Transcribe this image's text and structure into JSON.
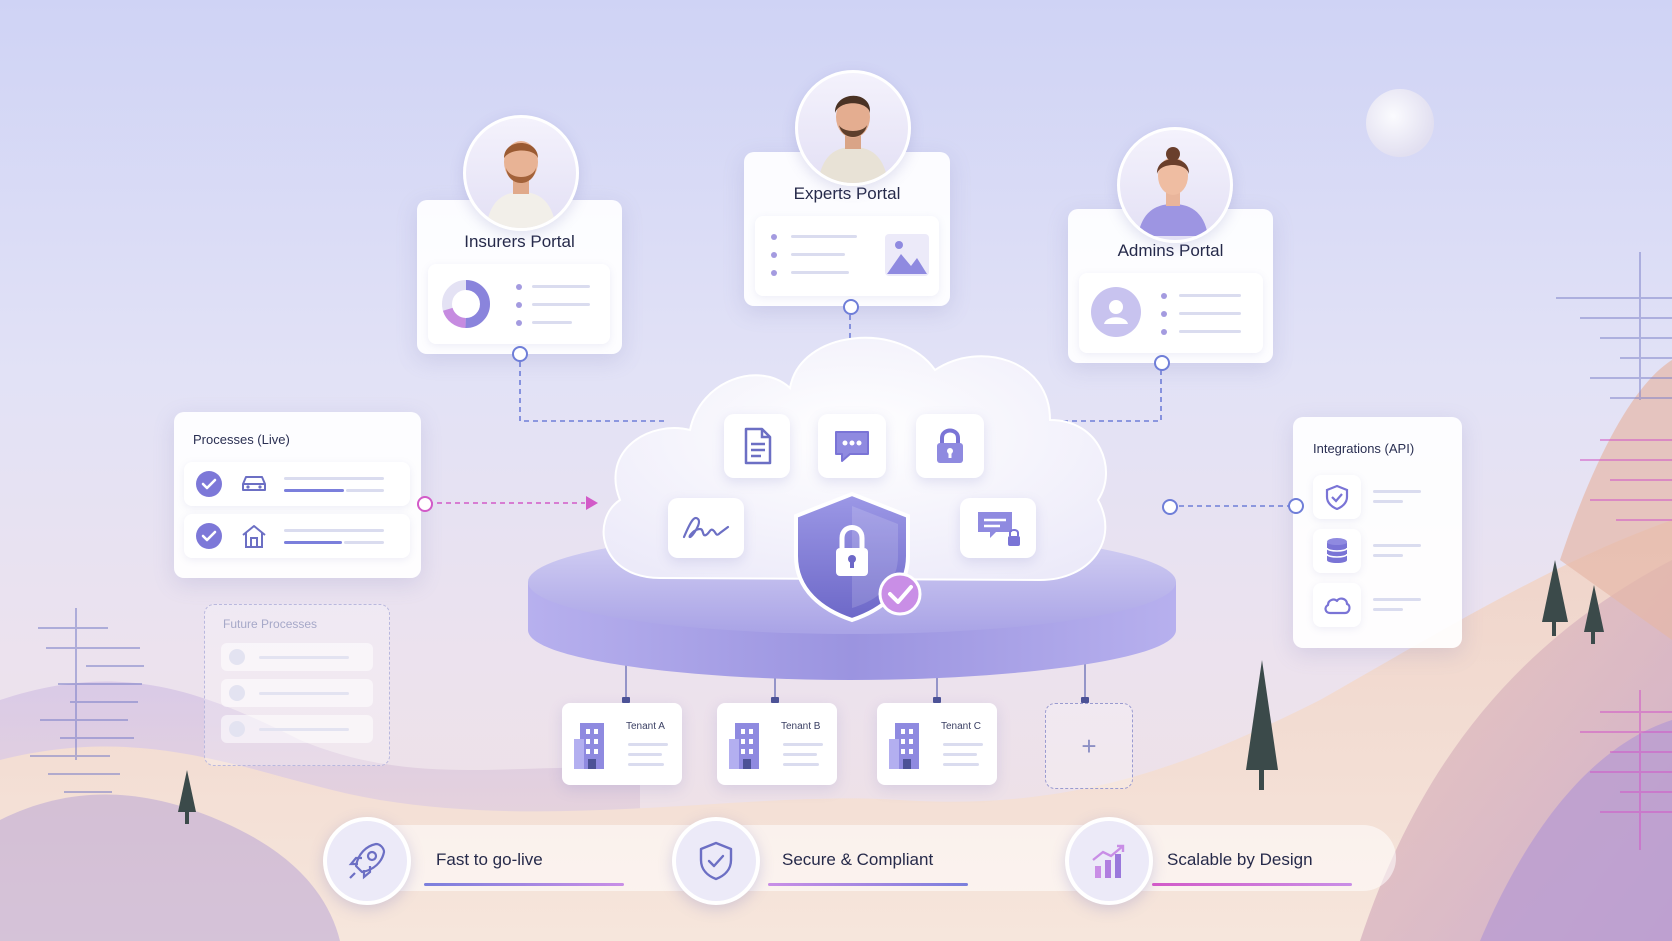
{
  "portals": {
    "insurers": {
      "title": "Insurers Portal"
    },
    "experts": {
      "title": "Experts Portal"
    },
    "admins": {
      "title": "Admins Portal"
    }
  },
  "processes_live": {
    "title": "Processes (Live)",
    "items": [
      "car-icon",
      "house-icon"
    ]
  },
  "future_processes": {
    "title": "Future Processes"
  },
  "integrations": {
    "title": "Integrations (API)",
    "items": [
      "shield-icon",
      "database-icon",
      "cloud-icon"
    ]
  },
  "cloud_icons": [
    "document-icon",
    "chat-icon",
    "lock-icon",
    "signature-icon",
    "secure-message-icon"
  ],
  "tenants": [
    {
      "label": "Tenant A"
    },
    {
      "label": "Tenant B"
    },
    {
      "label": "Tenant C"
    }
  ],
  "add_tenant": {
    "label": "+"
  },
  "features": [
    {
      "label": "Fast to go-live",
      "icon": "rocket-icon"
    },
    {
      "label": "Secure & Compliant",
      "icon": "shield-check-icon"
    },
    {
      "label": "Scalable by Design",
      "icon": "growth-chart-icon"
    }
  ],
  "colors": {
    "accent": "#7b7fdc",
    "magenta": "#d25ac8",
    "check": "#8f73e0"
  }
}
